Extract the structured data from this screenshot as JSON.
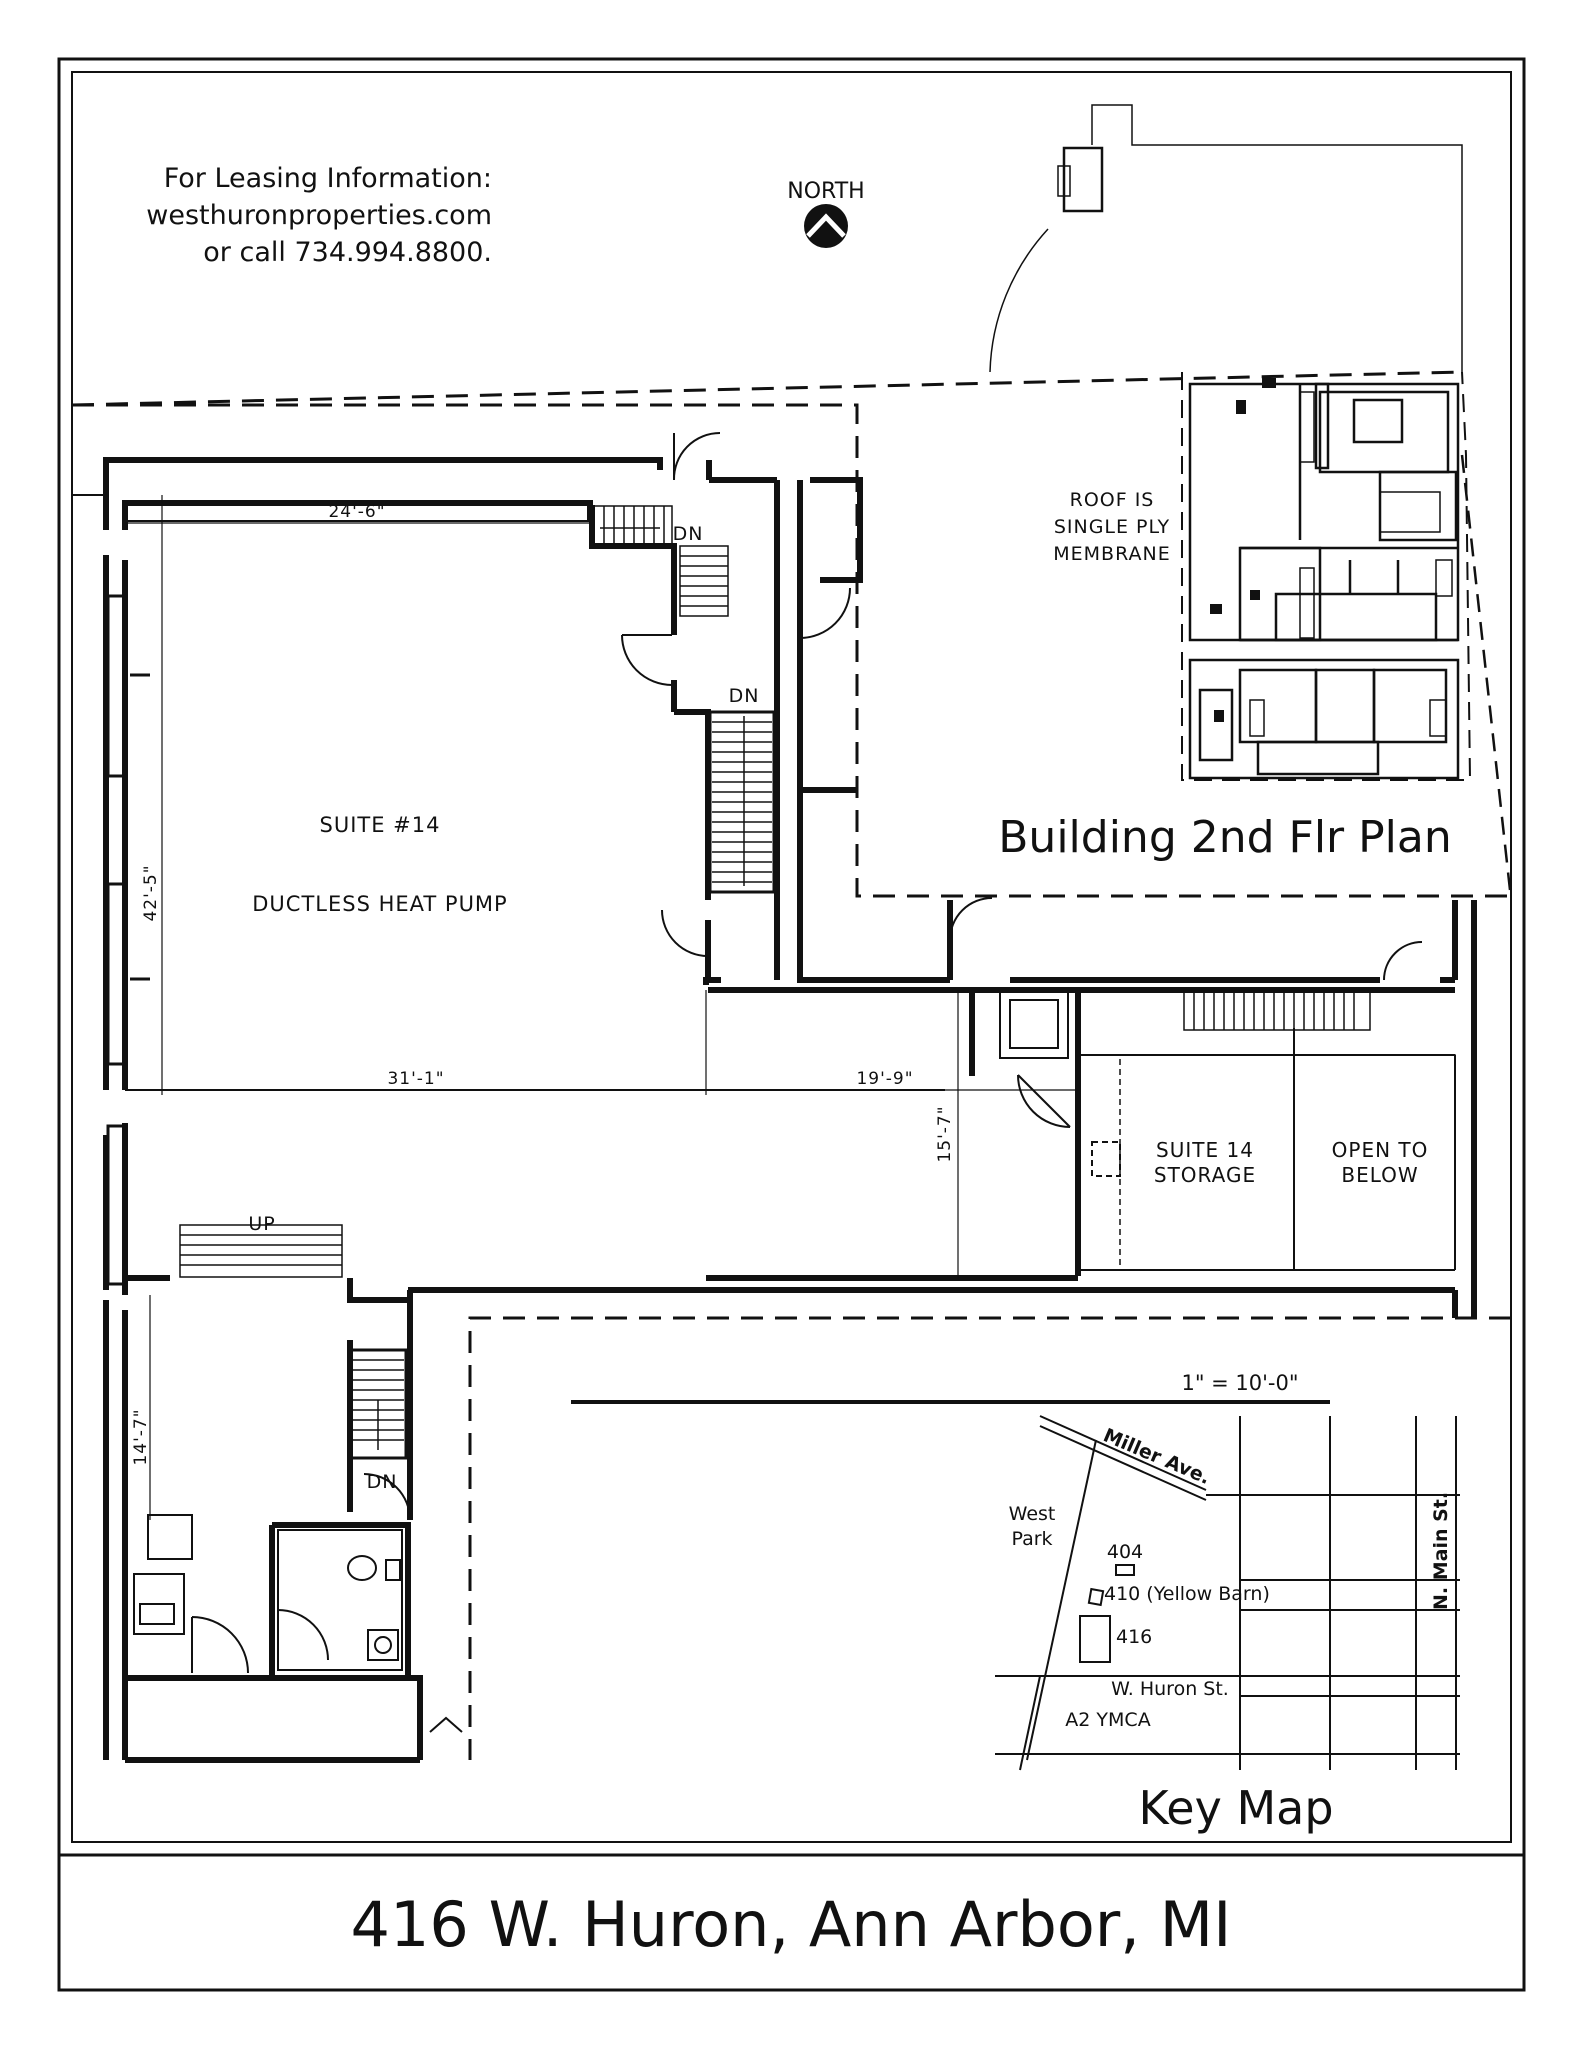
{
  "leasing": {
    "line1": "For Leasing Information:",
    "line2": "westhuronproperties.com",
    "line3": "or call 734.994.8800."
  },
  "north_label": "NORTH",
  "roof_note": [
    "ROOF IS",
    "SINGLE PLY",
    "MEMBRANE"
  ],
  "second_floor_title": "Building 2nd Flr Plan",
  "suite": {
    "name": "SUITE #14",
    "note": "DUCTLESS HEAT PUMP"
  },
  "storage": {
    "line1": "SUITE 14",
    "line2": "STORAGE"
  },
  "open_below": {
    "line1": "OPEN TO",
    "line2": "BELOW"
  },
  "stair_labels": {
    "dn_top": "DN",
    "dn_mid": "DN",
    "dn_lower": "DN",
    "up": "UP"
  },
  "dimensions": {
    "top_width": "24'-6\"",
    "left_height": "42'-5\"",
    "bottom_left": "31'-1\"",
    "bottom_right": "19'-9\"",
    "vertical_right": "15'-7\"",
    "lower_left": "14'-7\""
  },
  "scale": "1\" = 10'-0\"",
  "key_map": {
    "title": "Key Map",
    "labels": {
      "miller": "Miller Ave.",
      "west_park_1": "West",
      "west_park_2": "Park",
      "bldg_404": "404",
      "bldg_410": "410 (Yellow Barn)",
      "bldg_416": "416",
      "main_st": "N. Main St.",
      "huron_st": "W. Huron St.",
      "ymca": "A2 YMCA"
    }
  },
  "footer_title": "416 W. Huron, Ann Arbor, MI"
}
